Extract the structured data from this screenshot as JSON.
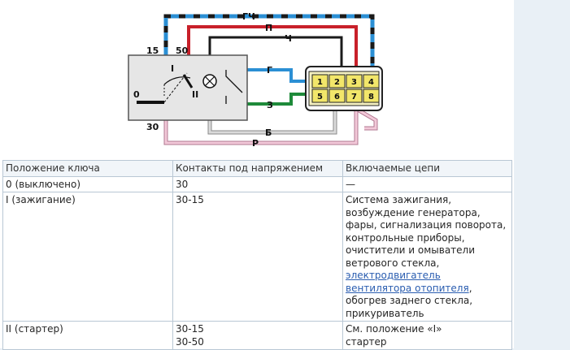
{
  "diagram": {
    "wire_labels": {
      "gch": "ГЧ",
      "p": "П",
      "ch": "Ч",
      "g": "Г",
      "z": "З",
      "b": "Б",
      "r": "Р"
    },
    "terminals": {
      "t15": "15",
      "t50": "50",
      "t30": "30",
      "t0": "0",
      "pos1": "I",
      "pos2": "II"
    },
    "connector_pins": [
      "1",
      "2",
      "3",
      "4",
      "5",
      "6",
      "7",
      "8"
    ],
    "colors": {
      "gch_dark": "#1a1a1a",
      "gch_blue": "#2b8fd4",
      "p": "#c8202a",
      "ch": "#1a1a1a",
      "g": "#2b8fd4",
      "z": "#1e8a3a",
      "b_gray": "#b8b8b8",
      "r_pink": "#e3a5c0",
      "switch_body": "#e6e6e6",
      "connector_pin": "#f2e66a"
    }
  },
  "table": {
    "headers": [
      "Положение ключа",
      "Контакты под напряжением",
      "Включаемые цепи"
    ],
    "rows": [
      {
        "position": "0 (выключено)",
        "contacts": [
          "30"
        ],
        "circuits_before": "—",
        "circuits_link": "",
        "circuits_after": ""
      },
      {
        "position": "I (зажигание)",
        "contacts": [
          "30-15"
        ],
        "circuits_before": "Система зажигания, возбуждение генератора, фары, сигнализация поворота, контрольные приборы, очистители и омыватели ветрового стекла, ",
        "circuits_link": "электродвигатель вентилятора отопителя",
        "circuits_after": ", обогрев заднего стекла, прикуриватель"
      },
      {
        "position": "II (стартер)",
        "contacts": [
          "30-15",
          "30-50"
        ],
        "circuits_before": "См. положение «I»",
        "circuits_link": "",
        "circuits_after": "стартер"
      }
    ]
  }
}
